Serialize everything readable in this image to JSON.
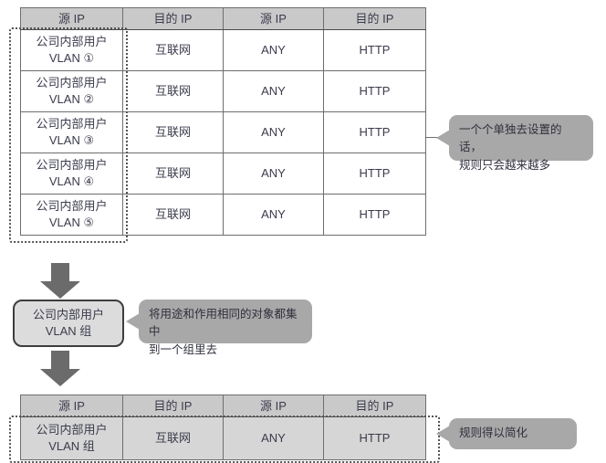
{
  "diagram": {
    "title_hidden": "",
    "colors": {
      "header_gray": "#c9c9c9",
      "row_gray": "#d6d6d6",
      "callout_gray": "#a8a8a8",
      "arrow_gray": "#6b6b6b",
      "border_dark": "#4a4a4a",
      "text": "#3b3b4d"
    }
  },
  "top_table": {
    "headers": [
      "源 IP",
      "目的 IP",
      "源 IP",
      "目的 IP"
    ],
    "rows": [
      {
        "src_ip_line1": "公司内部用户",
        "src_ip_line2": "VLAN ①",
        "dst_ip": "互联网",
        "src_port": "ANY",
        "dst_port": "HTTP"
      },
      {
        "src_ip_line1": "公司内部用户",
        "src_ip_line2": "VLAN ②",
        "dst_ip": "互联网",
        "src_port": "ANY",
        "dst_port": "HTTP"
      },
      {
        "src_ip_line1": "公司内部用户",
        "src_ip_line2": "VLAN ③",
        "dst_ip": "互联网",
        "src_port": "ANY",
        "dst_port": "HTTP"
      },
      {
        "src_ip_line1": "公司内部用户",
        "src_ip_line2": "VLAN ④",
        "dst_ip": "互联网",
        "src_port": "ANY",
        "dst_port": "HTTP"
      },
      {
        "src_ip_line1": "公司内部用户",
        "src_ip_line2": "VLAN ⑤",
        "dst_ip": "互联网",
        "src_port": "ANY",
        "dst_port": "HTTP"
      }
    ]
  },
  "bottom_table": {
    "headers": [
      "源 IP",
      "目的 IP",
      "源 IP",
      "目的 IP"
    ],
    "rows": [
      {
        "src_ip_line1": "公司内部用户",
        "src_ip_line2": "VLAN 组",
        "dst_ip": "互联网",
        "src_port": "ANY",
        "dst_port": "HTTP"
      }
    ]
  },
  "group_box": {
    "line1": "公司内部用户",
    "line2": "VLAN 组"
  },
  "callouts": {
    "top": "一个个单独去设置的话，\n规则只会越来越多",
    "middle": "将用途和作用相同的对象都集中\n到一个组里去",
    "bottom": "规则得以简化"
  }
}
